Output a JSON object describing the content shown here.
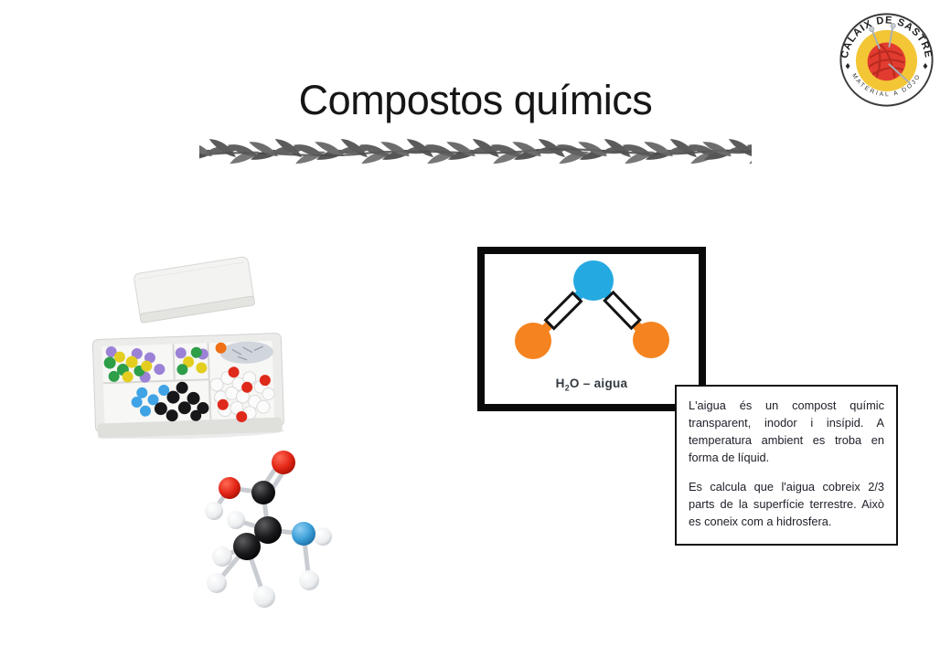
{
  "slide": {
    "title": "Compostos químics"
  },
  "logo": {
    "arc_top": "CALAIX DE SASTRE",
    "arc_bottom": "MATERIAL A DOJO",
    "colors": {
      "ring_border": "#3b3b3b",
      "inner_disc": "#F3C636",
      "yarn_ball": "#E23B30"
    }
  },
  "water_diagram": {
    "formula_h": "H",
    "formula_sub": "2",
    "formula_tail": "O – aigua",
    "colors": {
      "oxygen_ball": "#24A9E1",
      "hydrogen_ball": "#F5831F",
      "frame_border": "#000000"
    }
  },
  "info_box": {
    "paragraph_1": "L'aigua és un compost químic transparent, inodor i insípid. A temperatura ambient es troba en forma de líquid.",
    "paragraph_2": "Es calcula que l'aigua cobreix 2/3 parts de la superfície terrestre. Això es coneix com a hidrosfera."
  },
  "photos": {
    "kit": "molecular-model-kit-photo",
    "molecule": "ball-and-stick-molecule-photo"
  }
}
